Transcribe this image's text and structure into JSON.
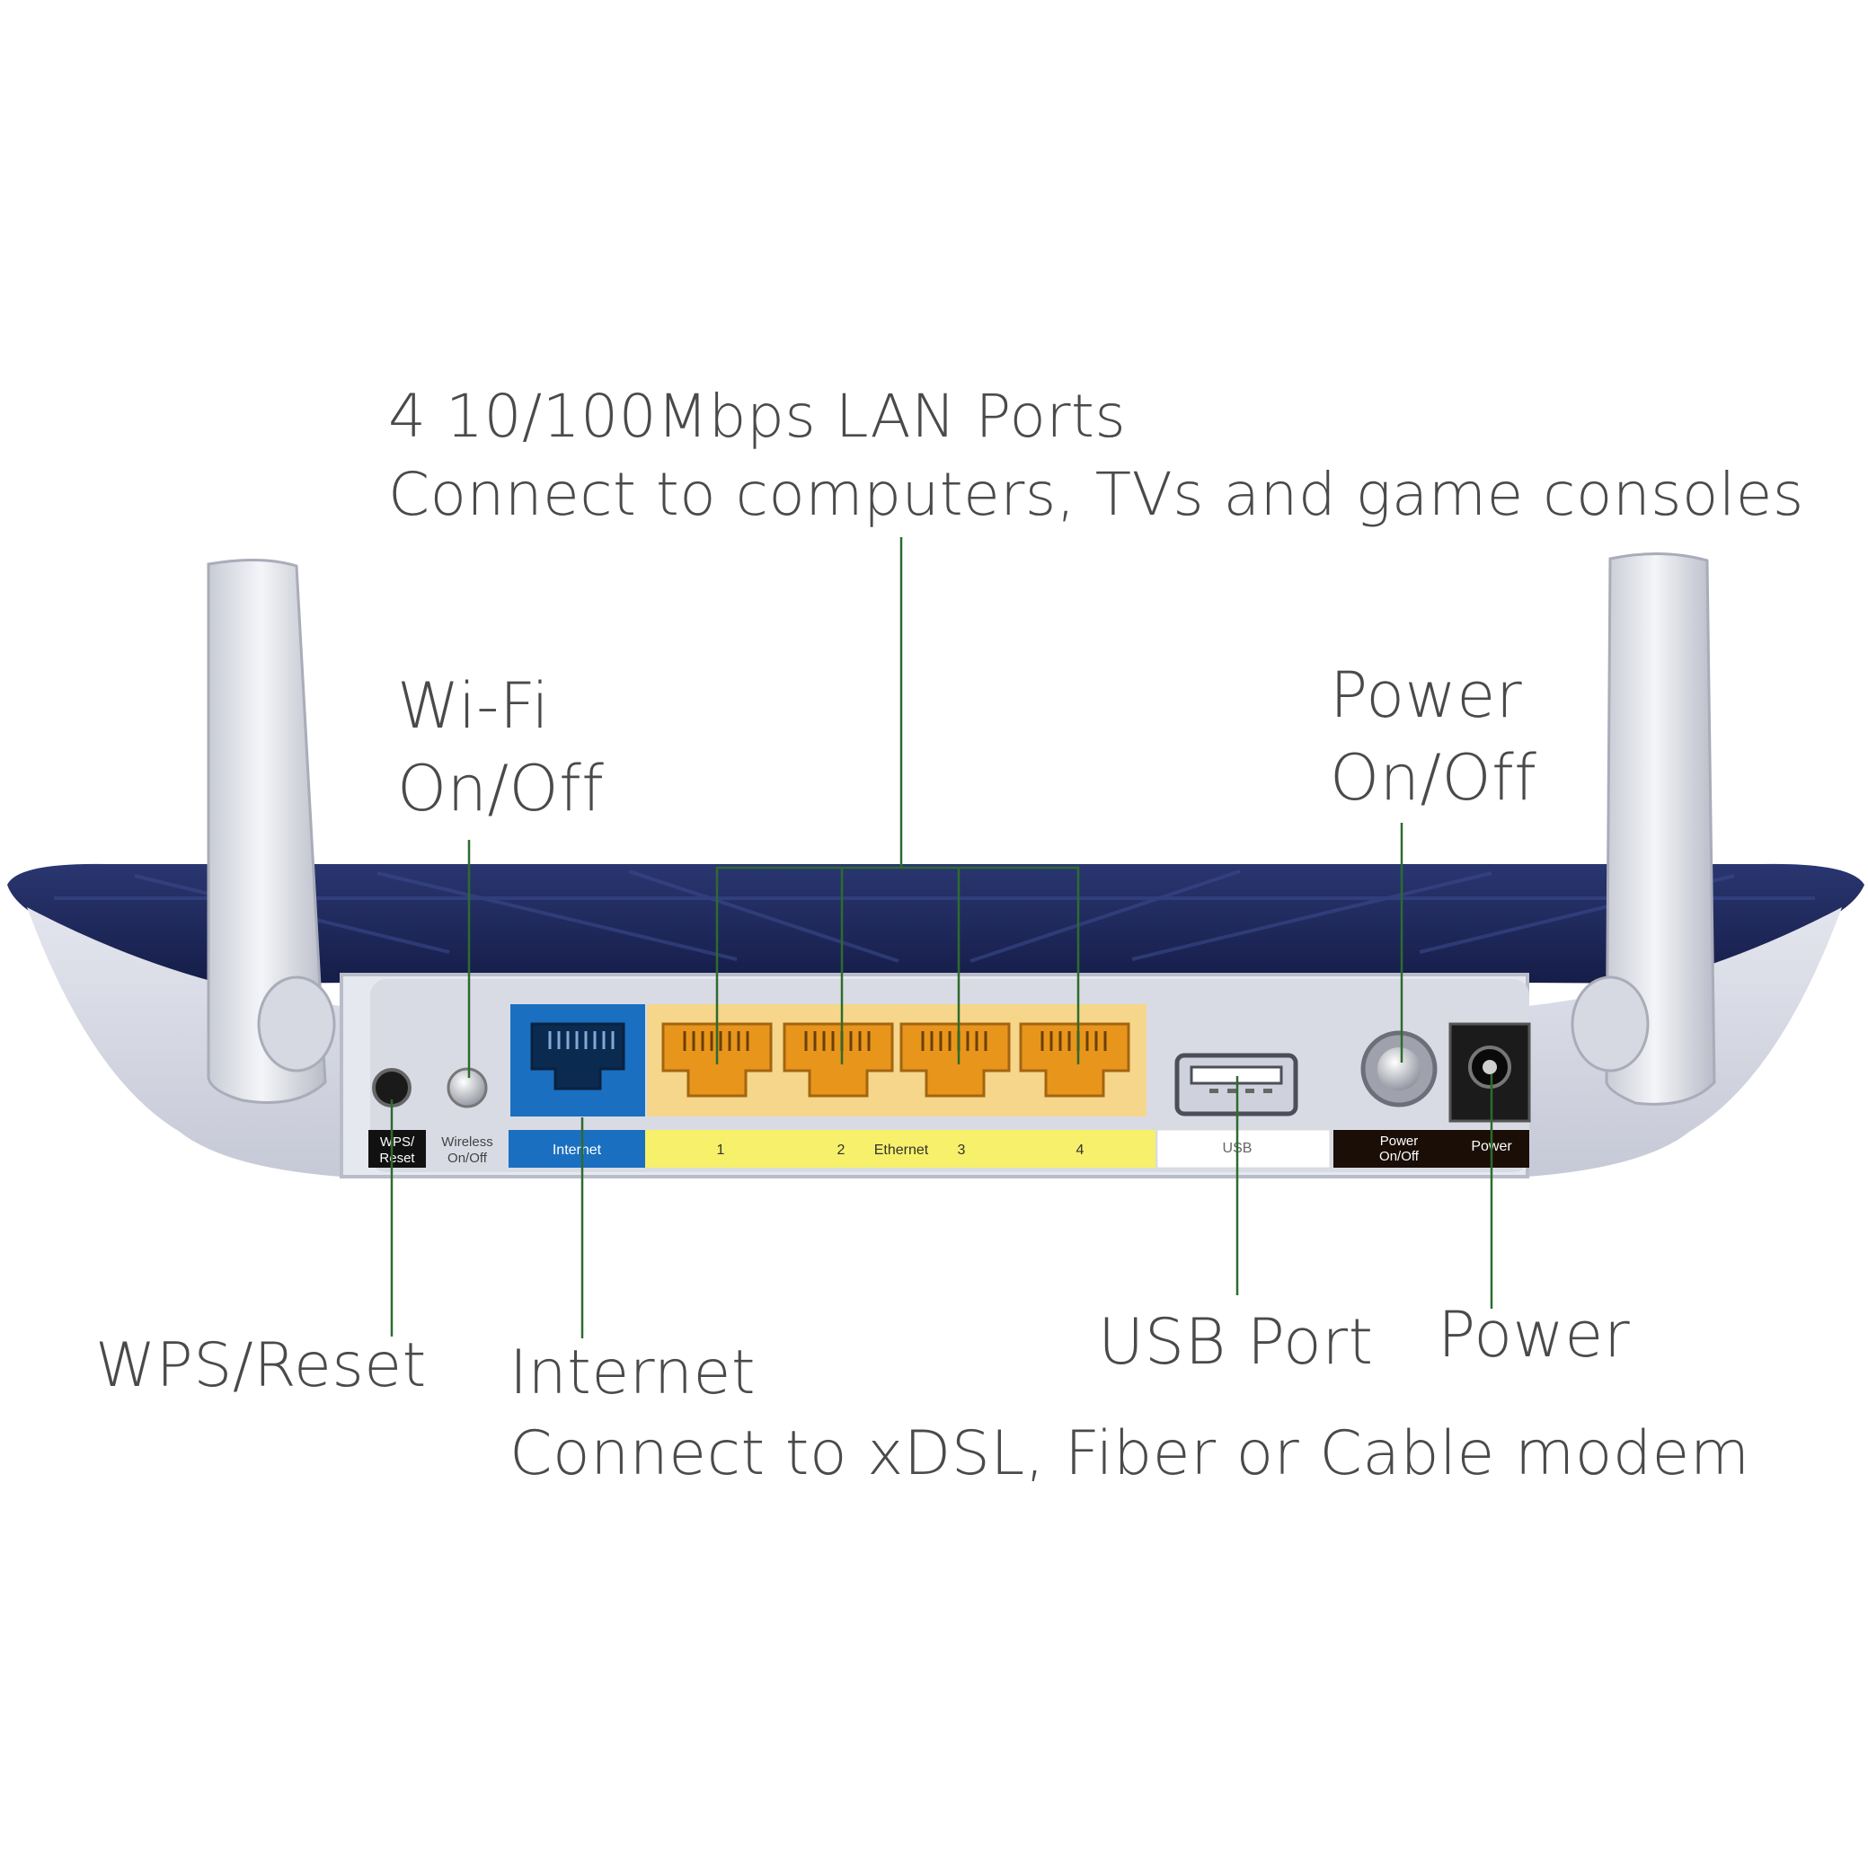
{
  "callouts": {
    "lan": {
      "title": "4 10/100Mbps LAN Ports",
      "subtitle": "Connect to computers, TVs and game consoles"
    },
    "wifi": {
      "line1": "Wi-Fi",
      "line2": "On/Off"
    },
    "power_switch": {
      "line1": "Power",
      "line2": "On/Off"
    },
    "wps": {
      "title": "WPS/Reset"
    },
    "internet": {
      "title": "Internet",
      "subtitle": "Connect to xDSL, Fiber or Cable modem"
    },
    "usb": {
      "title": "USB Port"
    },
    "power": {
      "title": "Power"
    }
  },
  "panel_labels": {
    "wps": [
      "WPS/",
      "Reset"
    ],
    "wireless": [
      "Wireless",
      "On/Off"
    ],
    "internet": "Internet",
    "ethernet": "Ethernet",
    "port_numbers": [
      "1",
      "2",
      "3",
      "4"
    ],
    "usb": "USB",
    "power_switch": [
      "Power",
      "On/Off"
    ],
    "power": "Power"
  },
  "colors": {
    "leader_line": "#2e6b2e",
    "router_body_top": "#1f2a5c",
    "internet_port": "#1a6fc0",
    "lan_ports": "#f0a020",
    "ethernet_strip": "#f7f06a",
    "label_text": "#4a4a4a"
  }
}
